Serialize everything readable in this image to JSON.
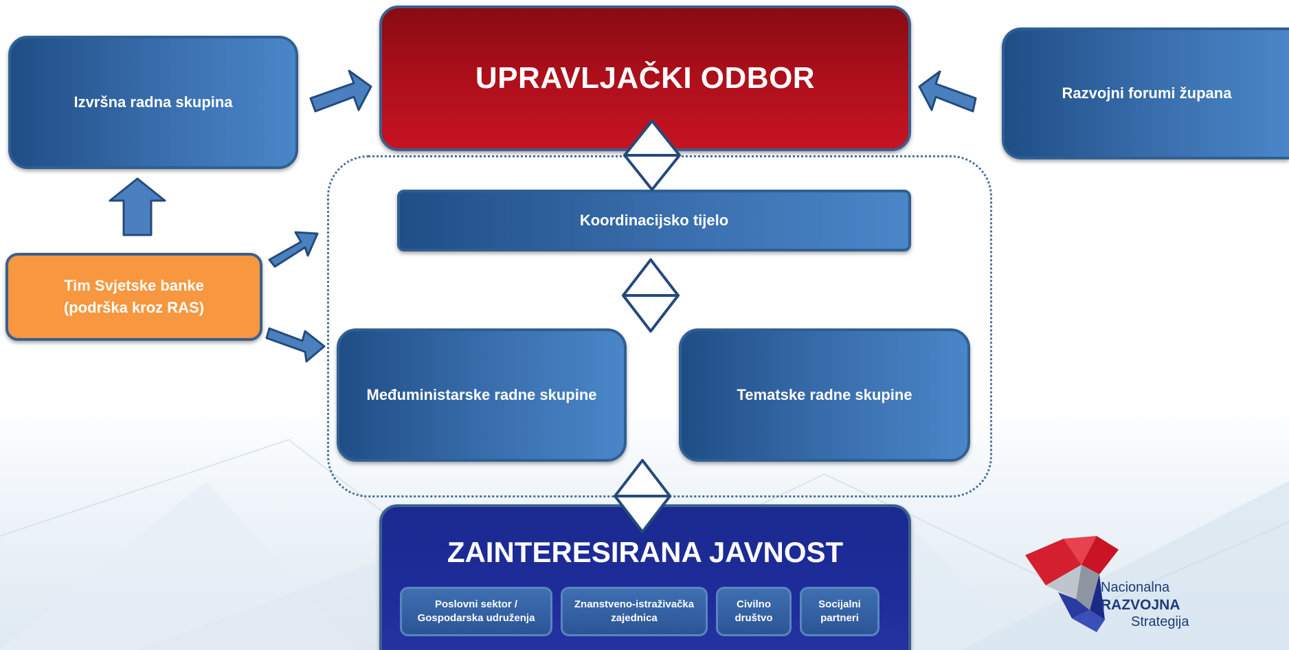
{
  "boxes": {
    "upravljacki": "UPRAVLJAČKI ODBOR",
    "izvrsna": "Izvršna radna skupina",
    "razvojni": "Razvojni forumi županа",
    "koordinacijsko": "Koordinacijsko tijelo",
    "tim": "Tim Svjetske banke\n(podrška kroz RAS)",
    "meduministarske": "Međuministarske radne skupine",
    "tematske": "Tematske radne skupine",
    "zainteresirana": "ZAINTERESIRANA JAVNOST"
  },
  "stakeholders": [
    "Poslovni sektor /\nGospodarska udruženja",
    "Znanstveno-istraživačka\nzajednica",
    "Civilno\ndruštvo",
    "Socijalni\npartneri"
  ],
  "logo": {
    "line1": "Nacionalna",
    "line2": "RAZVOJNA",
    "line3": "Strategija"
  },
  "colors": {
    "blue_box": "#2f63a3",
    "red_box": "#b0101c",
    "orange_box": "#f7973f",
    "navy_box": "#1e2c9a",
    "arrow_fill": "#4a80c0",
    "arrow_stroke": "#244a7a"
  }
}
